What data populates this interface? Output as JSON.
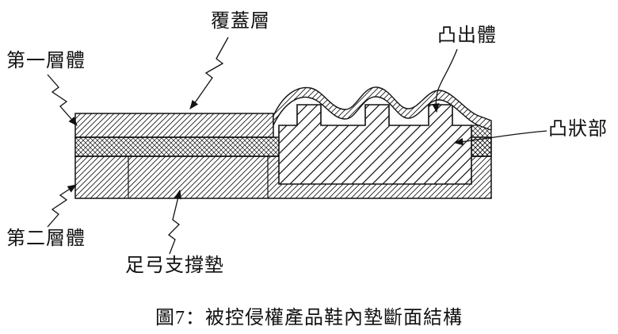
{
  "figure": {
    "caption": "圖7：被控侵權產品鞋內墊斷面結構"
  },
  "labels": {
    "cover_layer": "覆蓋層",
    "first_layer": "第一層體",
    "protrusion_body": "凸出體",
    "protruding_part": "凸狀部",
    "second_layer": "第二層體",
    "arch_support": "足弓支撐墊"
  },
  "diagram": {
    "type": "patent-cross-section",
    "subject": "shoe-insole-cross-section",
    "parts": [
      {
        "name": "cover-layer",
        "hatch": "fine-diagonal",
        "position": "top thin layer, wavy over right protrusions"
      },
      {
        "name": "first-layer-body",
        "hatch": "fine-diagonal",
        "position": "upper flat layer, left"
      },
      {
        "name": "middle-bonding-band",
        "hatch": "cross-hatch",
        "position": "thin band between layers"
      },
      {
        "name": "second-layer-body",
        "hatch": "fine-diagonal",
        "position": "bottom thick layer"
      },
      {
        "name": "arch-support-pad",
        "hatch": "fine-diagonal",
        "position": "bottom middle segment between dividers"
      },
      {
        "name": "protrusion-block",
        "hatch": "coarse-diagonal",
        "position": "large right block with three rectangular teeth"
      }
    ]
  },
  "colors": {
    "line": "#111111",
    "background": "#ffffff"
  }
}
